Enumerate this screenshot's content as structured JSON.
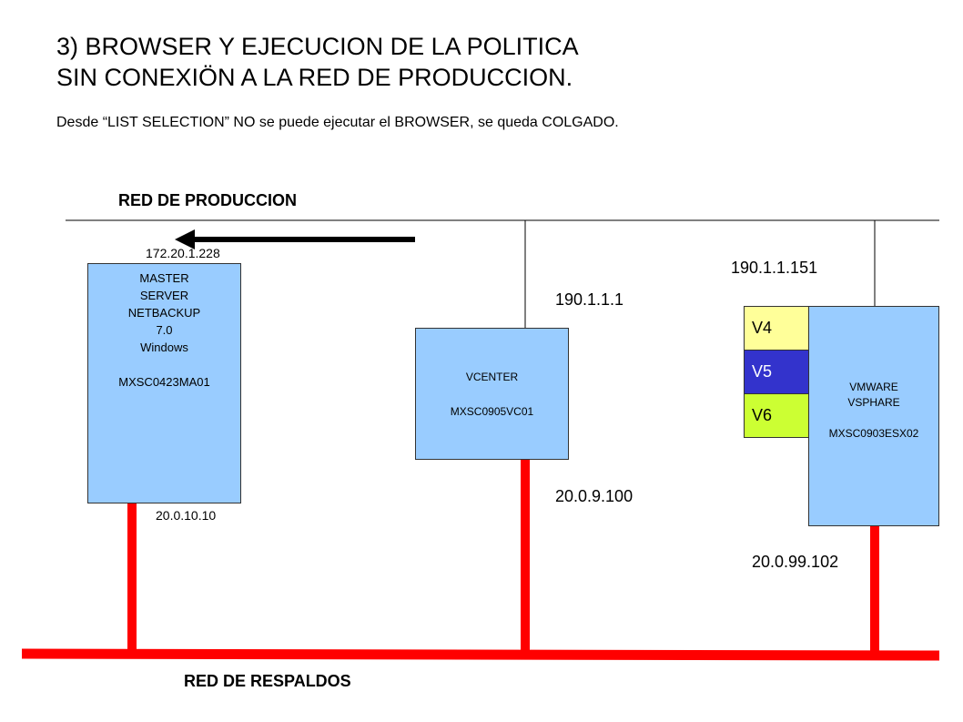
{
  "title": {
    "line1": "3) BROWSER Y EJECUCION DE LA POLITICA",
    "line2": "SIN CONEXIÖN  A LA RED DE PRODUCCION."
  },
  "subtitle": "Desde “LIST SELECTION” NO se puede ejecutar el BROWSER, se queda COLGADO.",
  "networks": {
    "production": "RED DE PRODUCCION",
    "backup": "RED DE RESPALDOS"
  },
  "master": {
    "ip_production": "172.20.1.228",
    "ip_backup": "20.0.10.10",
    "lines": [
      "MASTER",
      "SERVER",
      "NETBACKUP",
      "7.0",
      "Windows",
      "",
      "MXSC0423MA01"
    ]
  },
  "vcenter": {
    "ip_production": "190.1.1.1",
    "ip_backup": "20.0.9.100",
    "lines": [
      "VCENTER",
      "",
      "MXSC0905VC01"
    ]
  },
  "esx": {
    "ip_production": "190.1.1.151",
    "ip_backup": "20.0.99.102",
    "lines": [
      "VMWARE",
      "VSPHARE",
      "",
      "MXSC0903ESX02"
    ]
  },
  "vms": [
    {
      "label": "V4",
      "color": "#ffff99"
    },
    {
      "label": "V5",
      "color": "#3333cc"
    },
    {
      "label": "V6",
      "color": "#ccff33"
    }
  ],
  "colors": {
    "backup_line": "#ff0000",
    "server_fill": "#99ccff"
  }
}
